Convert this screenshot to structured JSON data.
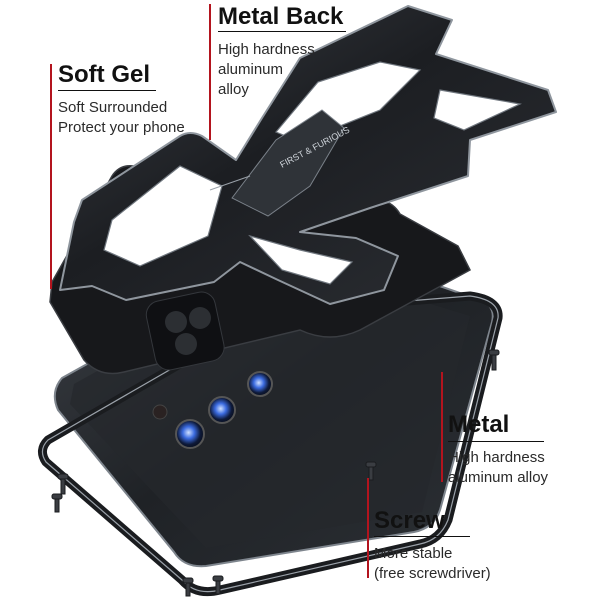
{
  "callouts": {
    "metal_back": {
      "title": "Metal Back",
      "lines": [
        "High hardness",
        "aluminum",
        "alloy"
      ]
    },
    "soft_gel": {
      "title": "Soft Gel",
      "lines": [
        "Soft Surrounded",
        "Protect your phone"
      ]
    },
    "metal": {
      "title": "Metal",
      "lines": [
        "High hardness",
        "aluminum alloy"
      ]
    },
    "screw": {
      "title": "Screw",
      "lines": [
        "More stable",
        "(free screwdriver)"
      ]
    }
  },
  "engraving": {
    "text": "FIRST & FURIOUS"
  },
  "colors": {
    "accent_line": "#b3141e",
    "metal_dark": "#1b1d20",
    "metal_mid": "#2b2e33",
    "metal_edge": "#8f969e",
    "phone_glass": "#2a2d31",
    "lens_blue": "#2f5fd1"
  }
}
